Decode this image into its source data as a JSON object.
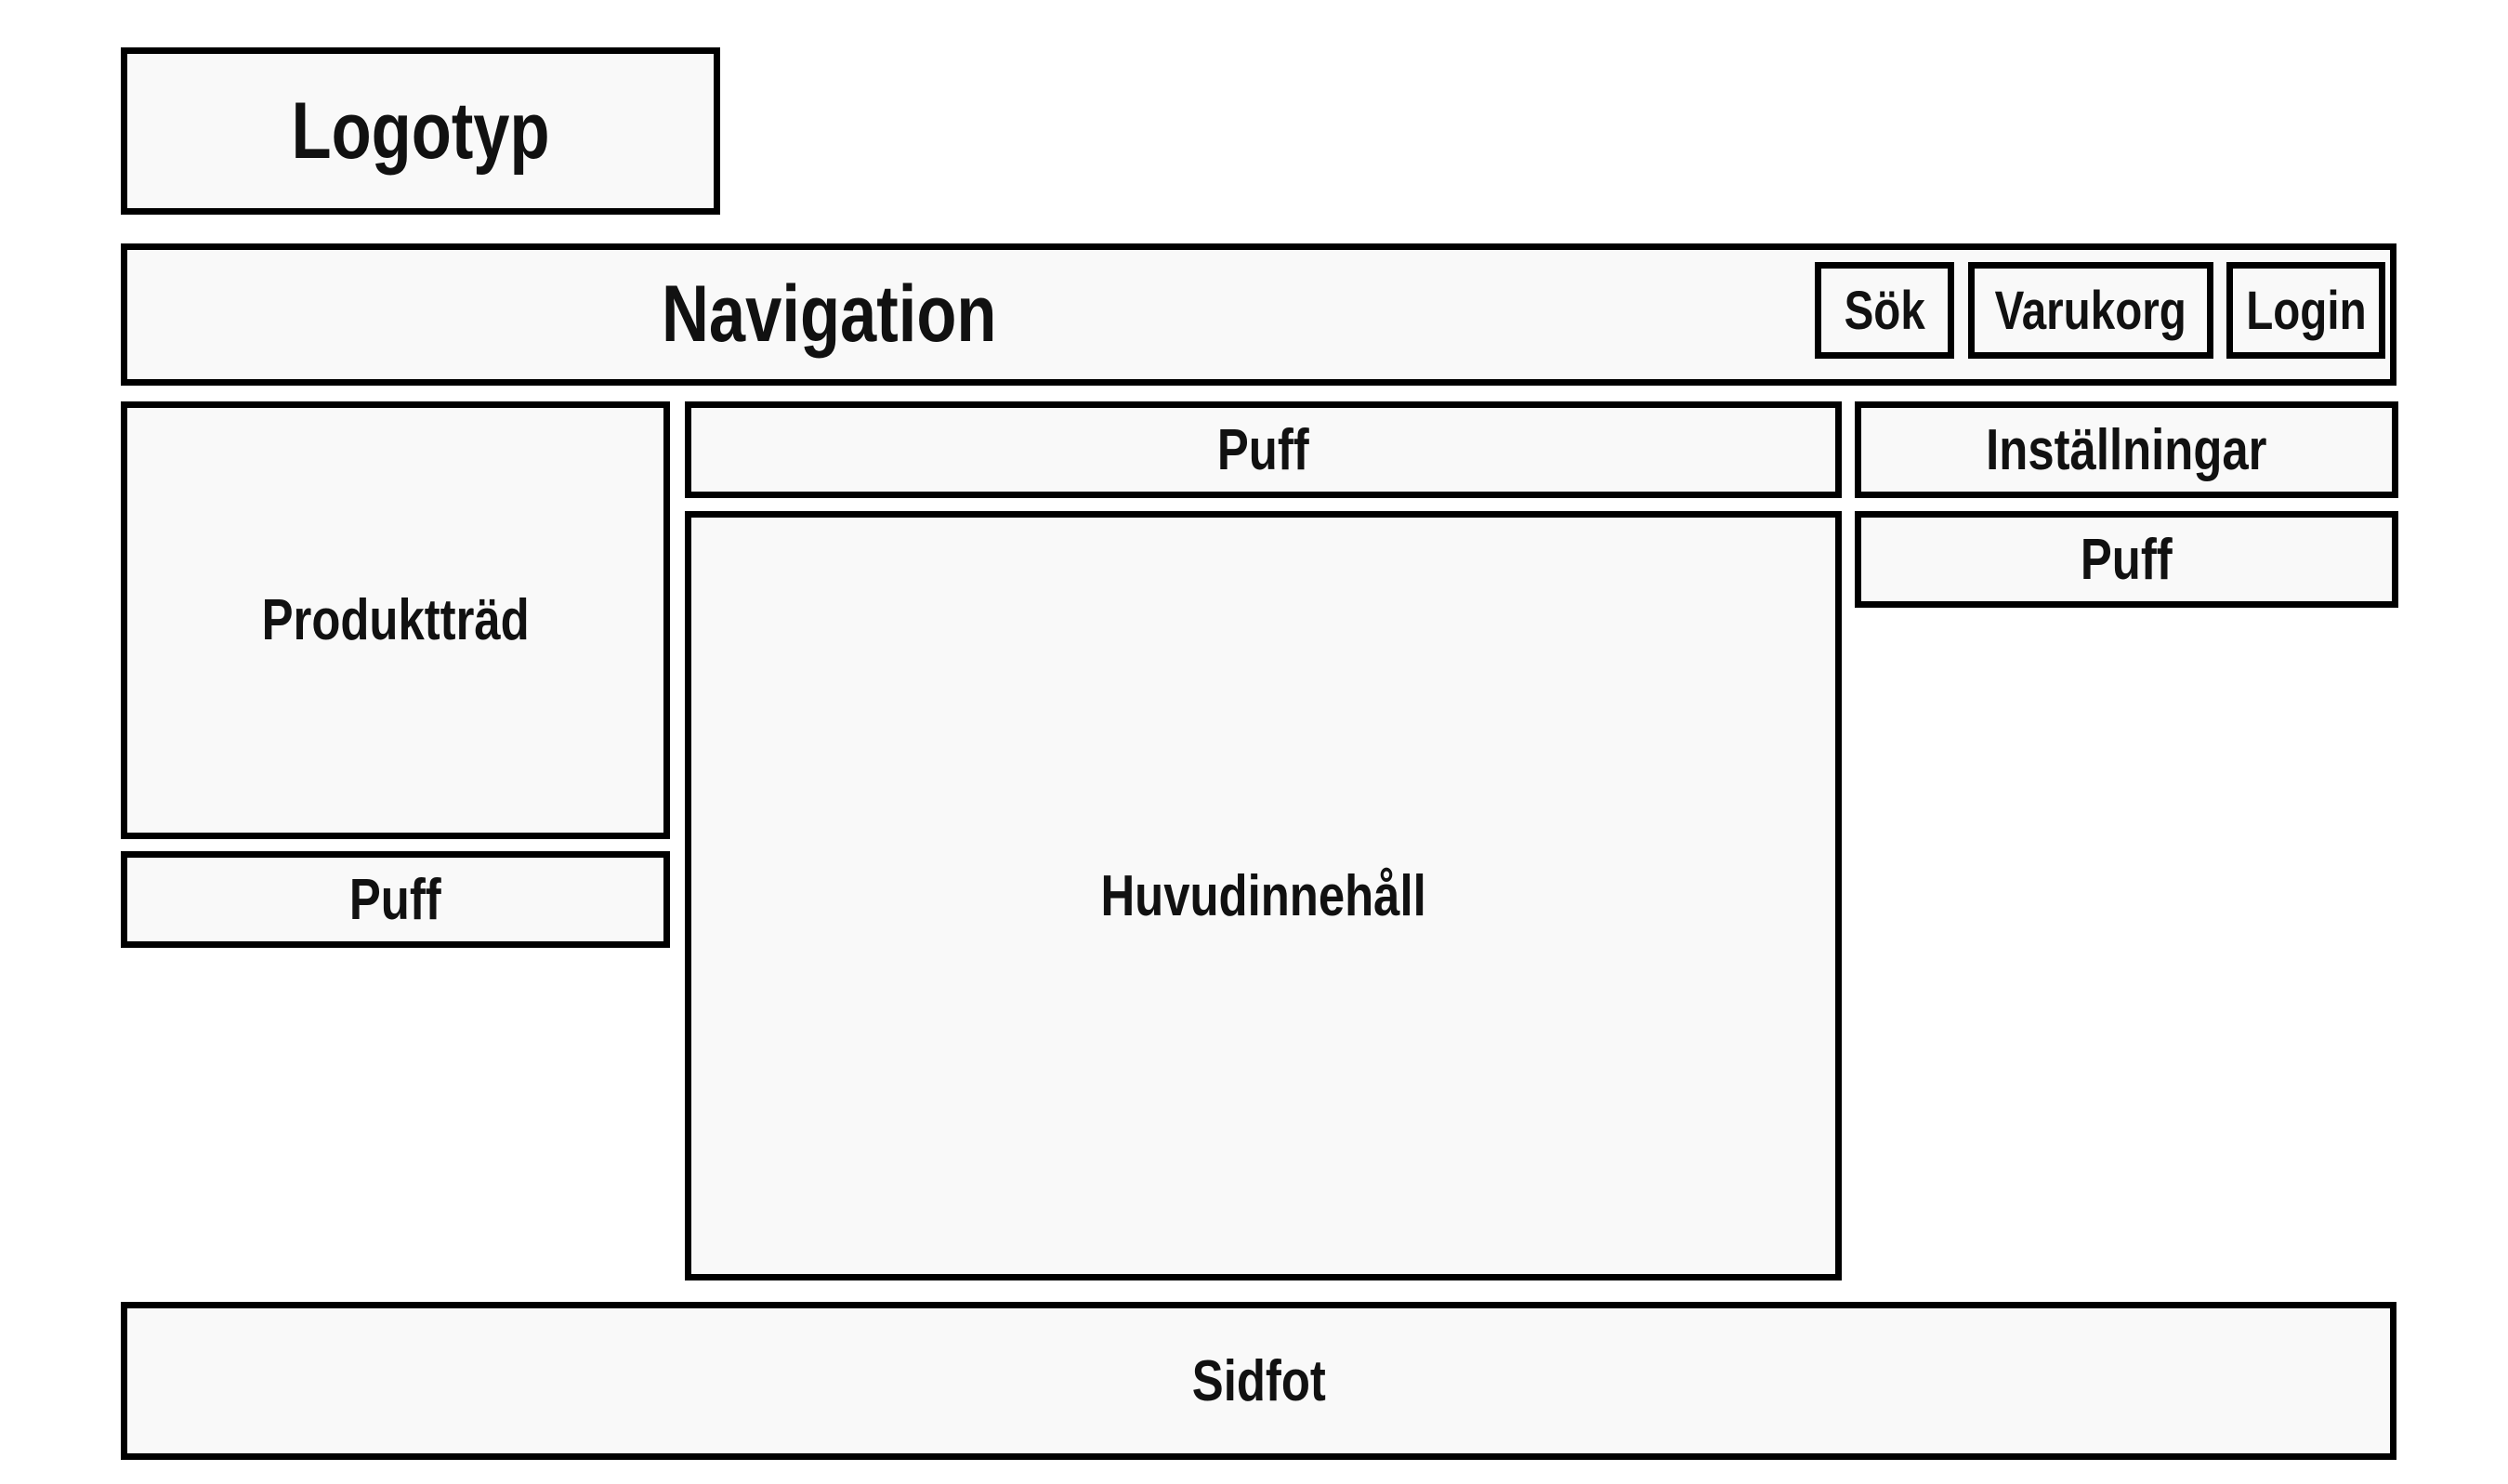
{
  "header": {
    "logo_label": "Logotyp"
  },
  "nav": {
    "label": "Navigation",
    "search_label": "Sök",
    "cart_label": "Varukorg",
    "login_label": "Login"
  },
  "left_column": {
    "product_tree_label": "Produktträd",
    "promo_label": "Puff"
  },
  "main": {
    "promo_label": "Puff",
    "content_label": "Huvudinnehåll"
  },
  "right_column": {
    "settings_label": "Inställningar",
    "promo_label": "Puff"
  },
  "footer": {
    "label": "Sidfot"
  },
  "colors": {
    "box_fill": "#f9f9f9",
    "border": "#000000",
    "text": "#111111",
    "background": "#ffffff"
  }
}
